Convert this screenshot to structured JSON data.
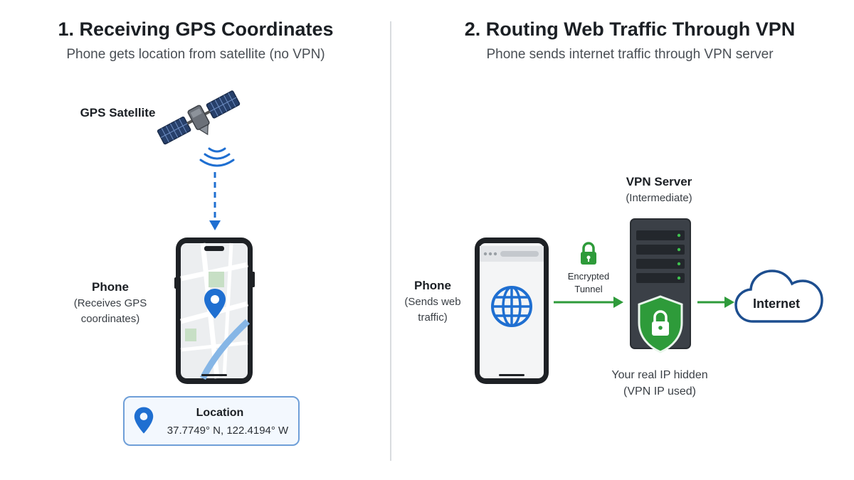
{
  "left_panel": {
    "title": "1. Receiving GPS Coordinates",
    "subtitle": "Phone gets location from satellite (no VPN)",
    "satellite_label": "GPS Satellite",
    "phone_label": "Phone",
    "phone_sublabel_line1": "(Receives GPS",
    "phone_sublabel_line2": "coordinates)",
    "location_card": {
      "title": "Location",
      "coordinates": "37.7749° N, 122.4194° W"
    }
  },
  "right_panel": {
    "title": "2. Routing Web Traffic Through VPN",
    "subtitle": "Phone sends internet traffic through VPN server",
    "phone_label": "Phone",
    "phone_sublabel_line1": "(Sends web",
    "phone_sublabel_line2": "traffic)",
    "tunnel_label_line1": "Encrypted",
    "tunnel_label_line2": "Tunnel",
    "server_label": "VPN Server",
    "server_sublabel": "(Intermediate)",
    "hidden_ip_line1": "Your real IP hidden",
    "hidden_ip_line2": "(VPN IP used)",
    "internet_label": "Internet"
  },
  "colors": {
    "gps_blue": "#1f6fd1",
    "tunnel_green": "#2e9b3a",
    "server_dark": "#3b4047",
    "cloud_outline": "#1d4e8f"
  },
  "icons": [
    "satellite-icon",
    "signal-waves-icon",
    "map-pin-icon",
    "globe-icon",
    "lock-icon",
    "shield-lock-icon",
    "cloud-icon"
  ]
}
